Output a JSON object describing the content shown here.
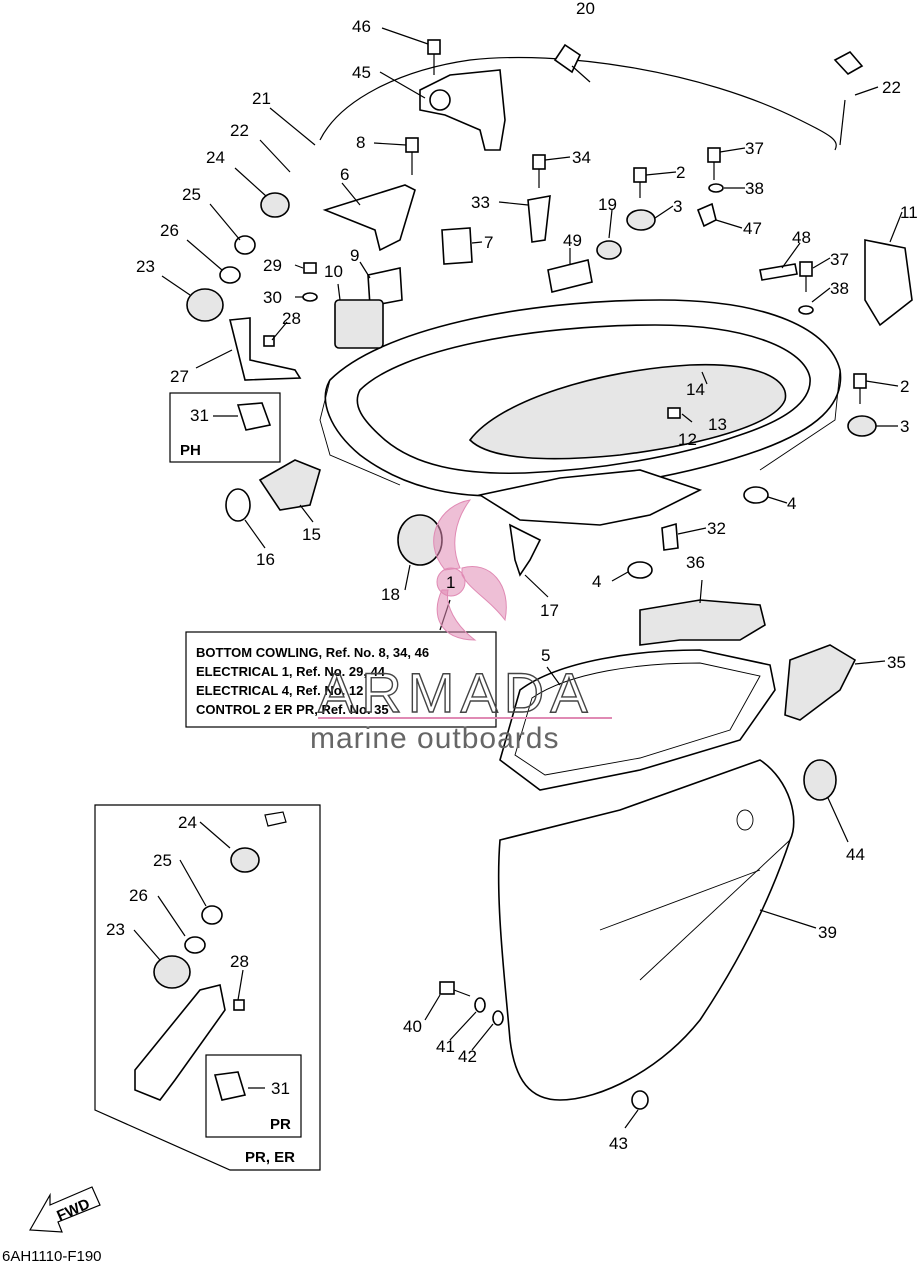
{
  "diagram": {
    "part_code": "6AH1110-F190",
    "callouts": [
      "1",
      "2",
      "3",
      "4",
      "5",
      "6",
      "7",
      "8",
      "9",
      "10",
      "11",
      "12",
      "13",
      "14",
      "15",
      "16",
      "17",
      "18",
      "19",
      "20",
      "21",
      "22",
      "23",
      "24",
      "25",
      "26",
      "27",
      "28",
      "29",
      "30",
      "31",
      "32",
      "33",
      "34",
      "35",
      "36",
      "37",
      "38",
      "39",
      "40",
      "41",
      "42",
      "43",
      "44",
      "45",
      "46",
      "47",
      "48",
      "49"
    ],
    "ref_notes": [
      "BOTTOM COWLING, Ref. No. 8, 34, 46",
      "ELECTRICAL 1,  Ref. No. 29, 44",
      "ELECTRICAL 4,  Ref. No. 12",
      "CONTROL 2 ER PR,  Ref. No. 35"
    ],
    "box_ph_label": "PH",
    "box_pr_label": "PR",
    "box_prer_label": "PR, ER",
    "fwd_label": "FWD",
    "watermark": {
      "brand": "ARMADA",
      "tagline": "marine outboards",
      "logo_color": "#e08ab4"
    }
  }
}
